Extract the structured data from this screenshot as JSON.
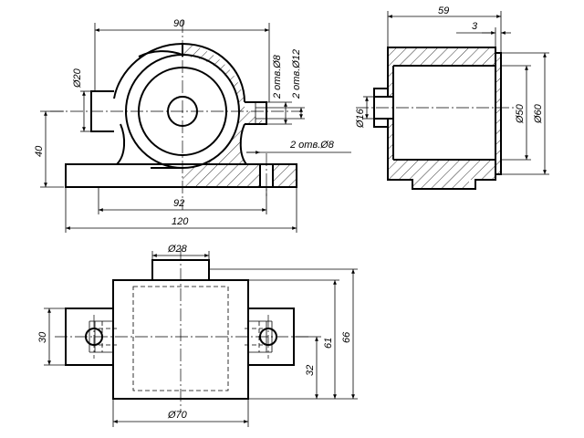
{
  "front_view": {
    "dim_width_top": "90",
    "dim_bore_left": "Ø20",
    "dim_holes_8": "2 отв.Ø8",
    "dim_holes_12": "2 отв.Ø12",
    "dim_base_holes": "2 отв.Ø8",
    "dim_height": "40",
    "dim_hole_spacing": "92",
    "dim_base_length": "120"
  },
  "side_view": {
    "dim_length": "59",
    "dim_flange": "3",
    "dim_small_bore": "Ø16",
    "dim_bore_50": "Ø50",
    "dim_outer_60": "Ø60"
  },
  "top_view": {
    "dim_boss": "Ø28",
    "dim_width_30": "30",
    "dim_32": "32",
    "dim_61": "61",
    "dim_66": "66",
    "dim_diameter_70": "Ø70"
  }
}
